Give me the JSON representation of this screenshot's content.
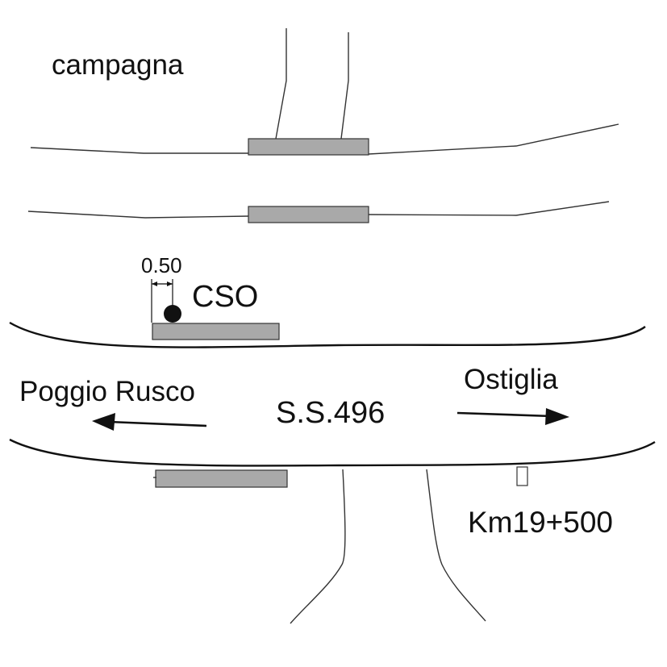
{
  "labels": {
    "area": "campagna",
    "dimension": "0.50",
    "station": "CSO",
    "direction_left": "Poggio Rusco",
    "direction_right": "Ostiglia",
    "road": "S.S.496",
    "kilometer": "Km19+500"
  },
  "colors": {
    "slab_fill": "#a9a9a9",
    "ink": "#111111",
    "background": "#ffffff"
  }
}
